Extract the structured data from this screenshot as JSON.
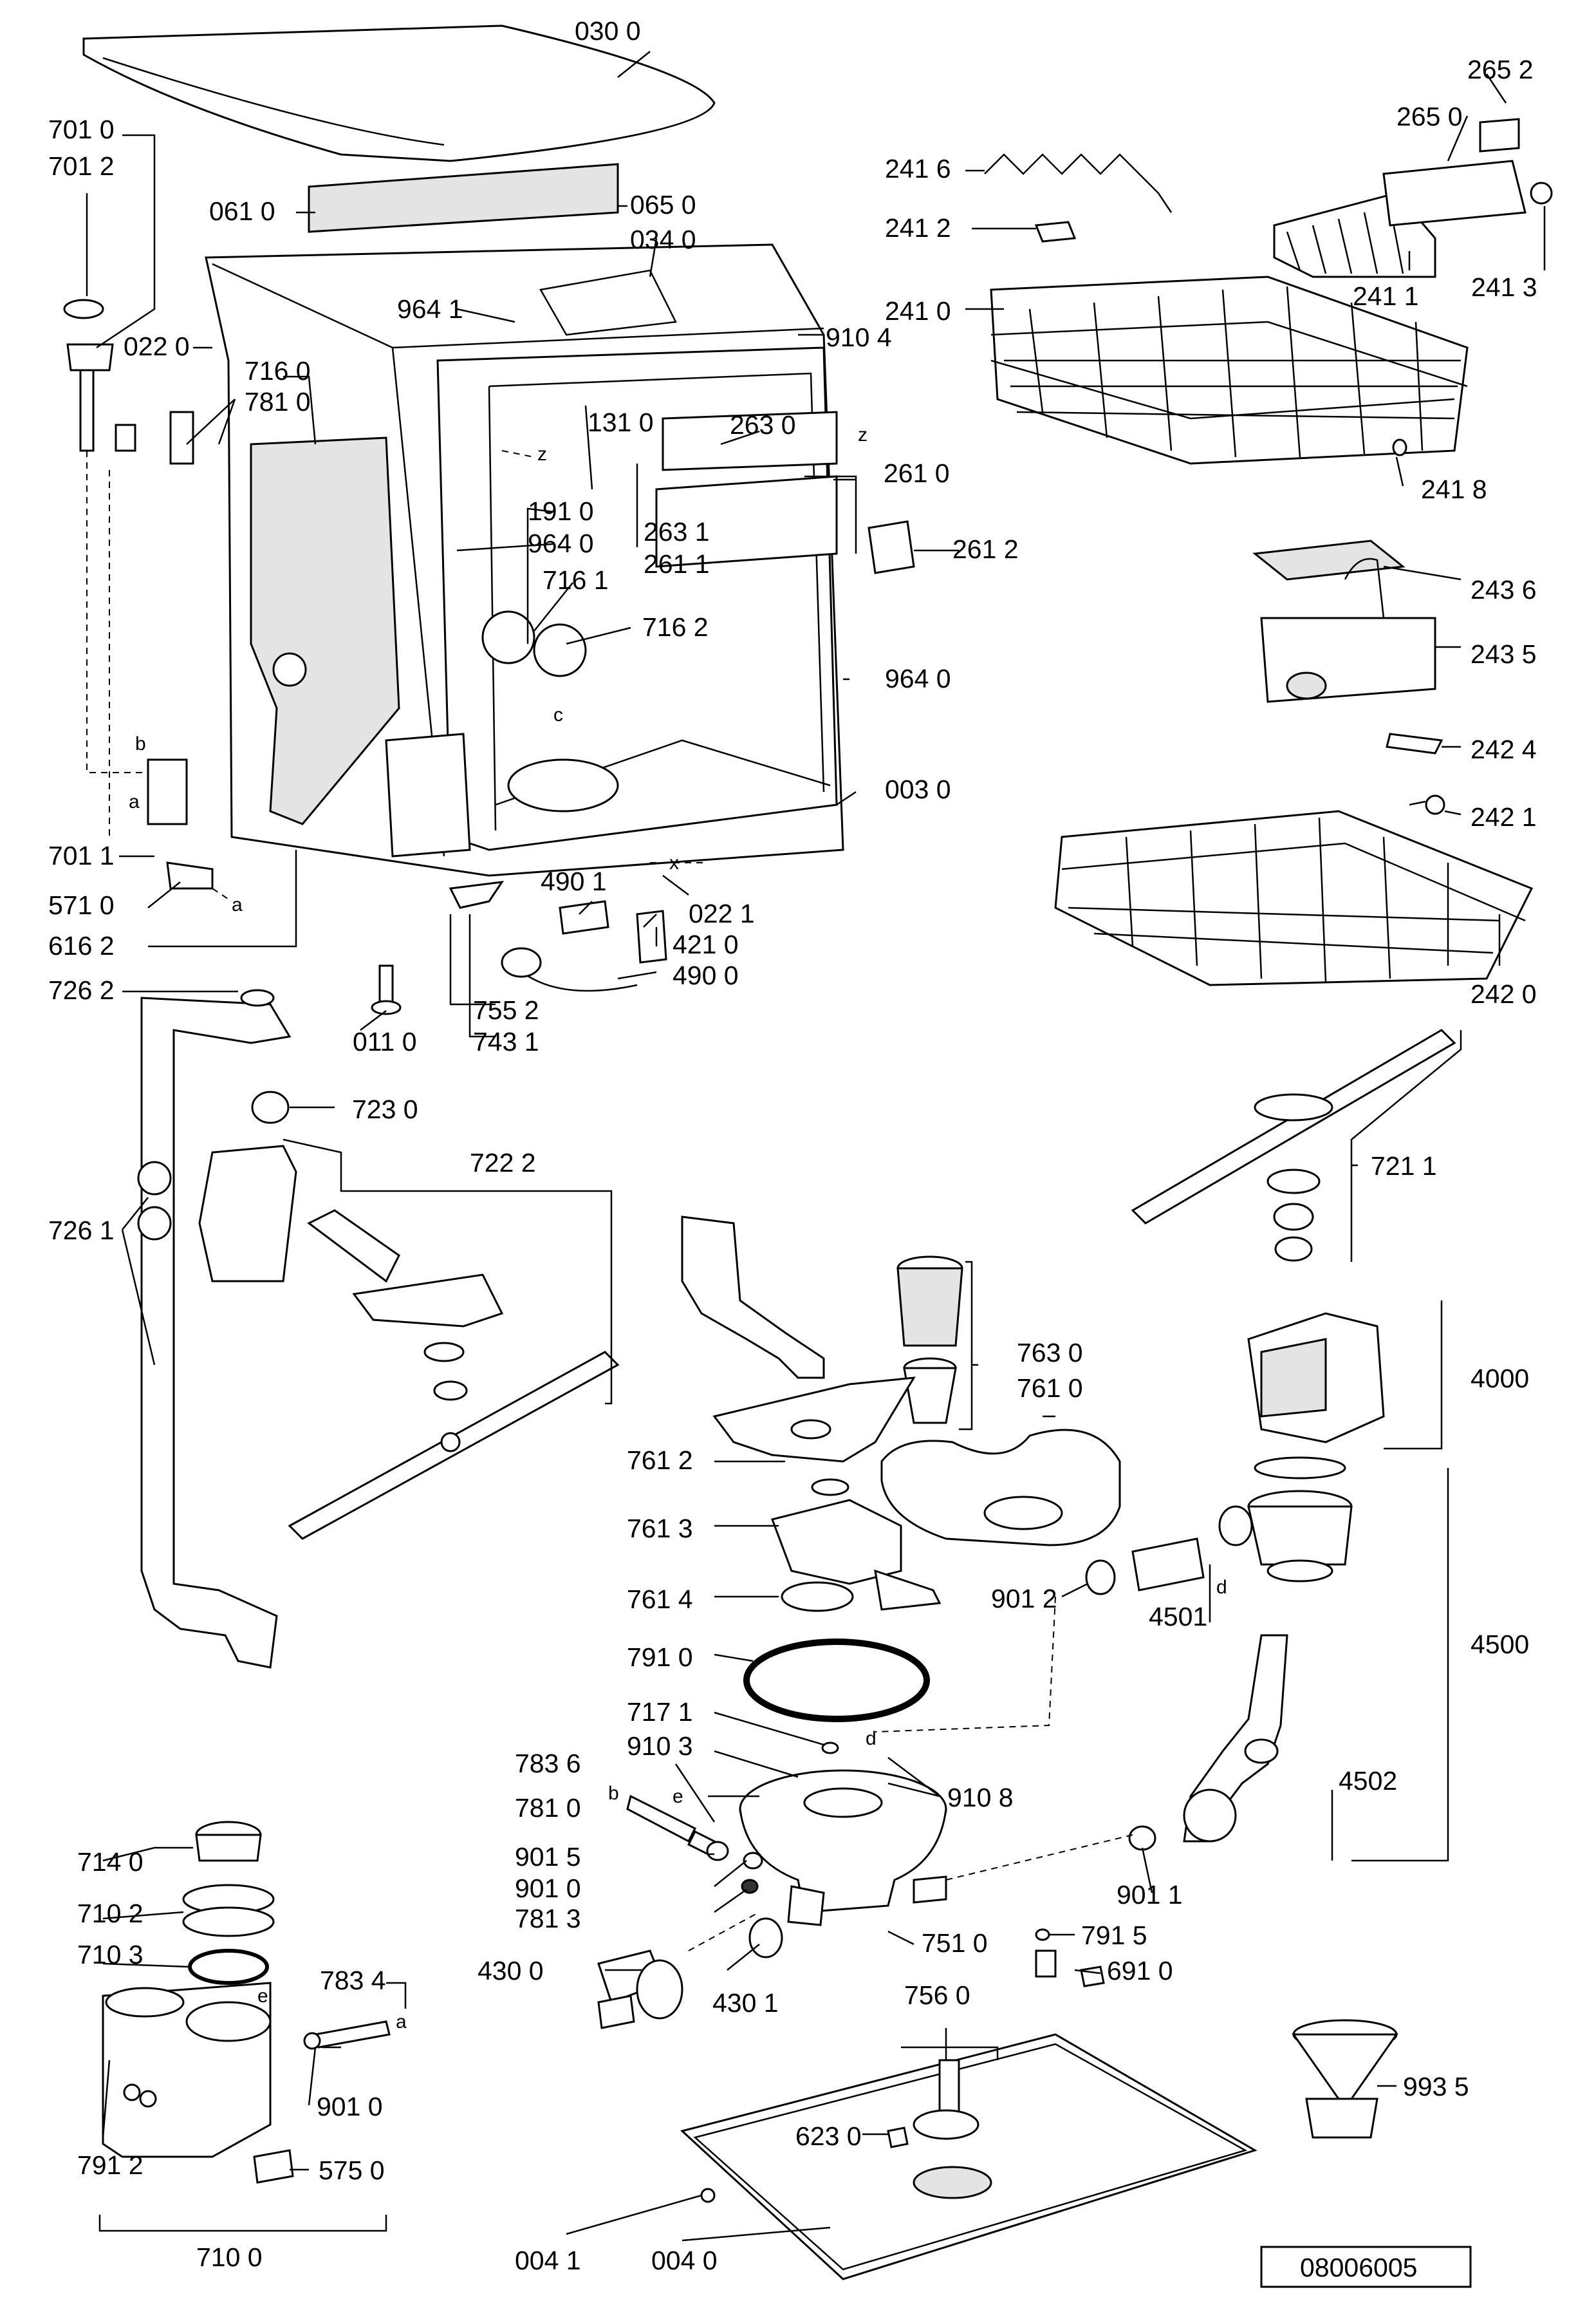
{
  "parts": {
    "p0300": "030 0",
    "p0610": "061 0",
    "p0650": "065 0",
    "p0340": "034 0",
    "p7010": "701 0",
    "p7012": "701 2",
    "p0220": "022 0",
    "p9641": "964 1",
    "p9104": "910 4",
    "p7160": "716 0",
    "p7810a": "781 0",
    "p1310": "131 0",
    "p2630": "263 0",
    "p2610": "261 0",
    "p2631": "263 1",
    "p2611": "261 1",
    "p2612": "261 2",
    "p1910": "191 0",
    "p9640a": "964 0",
    "p7161": "716 1",
    "p7162": "716 2",
    "p9640b": "964 0",
    "p0030": "003 0",
    "p7011": "701 1",
    "p5710": "571 0",
    "p6162": "616 2",
    "p4901": "490 1",
    "p0221": "022 1",
    "p4210": "421 0",
    "p4900": "490 0",
    "p7262": "726 2",
    "p0110": "011 0",
    "p7552": "755 2",
    "p7431": "743 1",
    "p7230": "723 0",
    "p7222": "722 2",
    "p7261": "726 1",
    "p2652": "265 2",
    "p2650": "265 0",
    "p2416": "241 6",
    "p2412": "241 2",
    "p2413": "241 3",
    "p2411": "241 1",
    "p2410": "241 0",
    "p2418": "241 8",
    "p2436": "243 6",
    "p2435": "243 5",
    "p2424": "242 4",
    "p2421": "242 1",
    "p2420": "242 0",
    "p7211": "721 1",
    "p7630": "763 0",
    "p7610": "761 0",
    "p4000": "4000",
    "p7612": "761 2",
    "p7613": "761 3",
    "p7614": "761 4",
    "p9012": "901 2",
    "p4501": "4501",
    "p4500": "4500",
    "p7910": "791 0",
    "p7171": "717 1",
    "p9103": "910 3",
    "p7836": "783 6",
    "p9108": "910 8",
    "p7810b": "781 0",
    "p4502": "4502",
    "p9015": "901 5",
    "p9010a": "901 0",
    "p7813": "781 3",
    "p9011": "901 1",
    "p7140": "714 0",
    "p7102": "710 2",
    "p7103": "710 3",
    "p7834": "783 4",
    "p7510": "751 0",
    "p7915": "791 5",
    "p4300": "430 0",
    "p6910": "691 0",
    "p4301": "430 1",
    "p7560": "756 0",
    "p9010b": "901 0",
    "p7912": "791 2",
    "p6230": "623 0",
    "p9935": "993 5",
    "p5750": "575 0",
    "p7100": "710 0",
    "p0041": "004 1",
    "p0040": "004 0"
  },
  "markers": {
    "z1": "z",
    "z2": "z",
    "x": "x",
    "c": "c",
    "a1": "a",
    "a2": "a",
    "b1": "b",
    "b2": "b",
    "d1": "d",
    "d2": "d",
    "e1": "e",
    "e2": "e",
    "a3": "a"
  },
  "document_number": "08006005"
}
